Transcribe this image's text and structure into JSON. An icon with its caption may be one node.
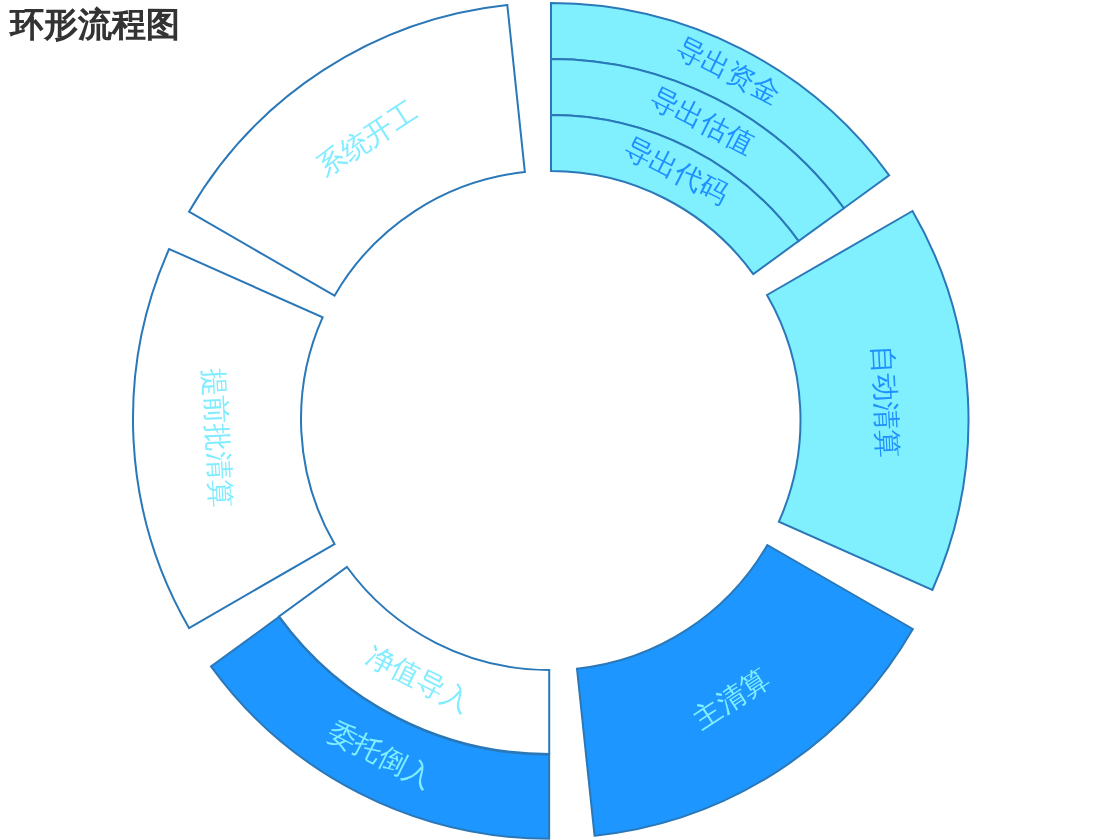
{
  "diagram": {
    "title": "环形流程图",
    "nodes": [
      {
        "text": [
          "导出资金"
        ]
      },
      {
        "text": [
          "导出估值"
        ]
      },
      {
        "text": [
          "导出代码"
        ]
      },
      {
        "text": [
          "自动清算"
        ]
      },
      {
        "text": [
          "主清算"
        ]
      },
      {
        "text": [
          "净值导入"
        ]
      },
      {
        "text": [
          "委托倒入"
        ]
      },
      {
        "text": [
          "提前批清算"
        ]
      },
      {
        "text": [
          "系统开工"
        ]
      }
    ]
  }
}
